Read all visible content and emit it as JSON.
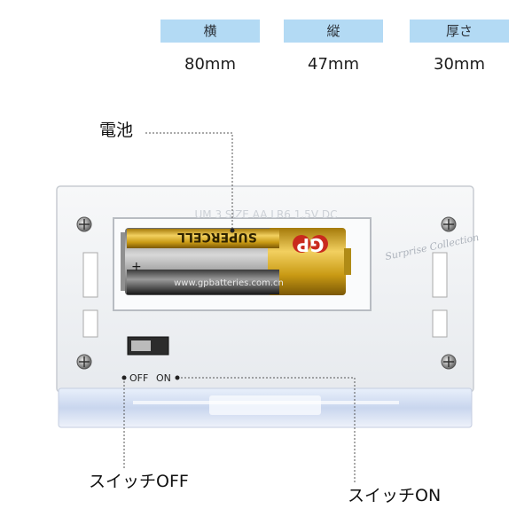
{
  "dimensions": [
    {
      "label": "横",
      "value": "80mm"
    },
    {
      "label": "縦",
      "value": "47mm"
    },
    {
      "label": "厚さ",
      "value": "30mm"
    }
  ],
  "callouts": {
    "battery": "電池",
    "switch_off": "スイッチOFF",
    "switch_on": "スイッチON"
  },
  "battery": {
    "brand_text": "SUPERCELL",
    "logo_text": "GP",
    "url_text": "www.gpbatteries.com.cn",
    "size_text": "UM 3 SIZE AA LR6 1.5V DC"
  },
  "switch": {
    "off_label": "OFF",
    "on_label": "ON"
  },
  "watermark": "Surprise Collection",
  "colors": {
    "label_bg": "#b3daf4",
    "case": "#f2f4f6",
    "battery_gold": "#d4a61b"
  }
}
